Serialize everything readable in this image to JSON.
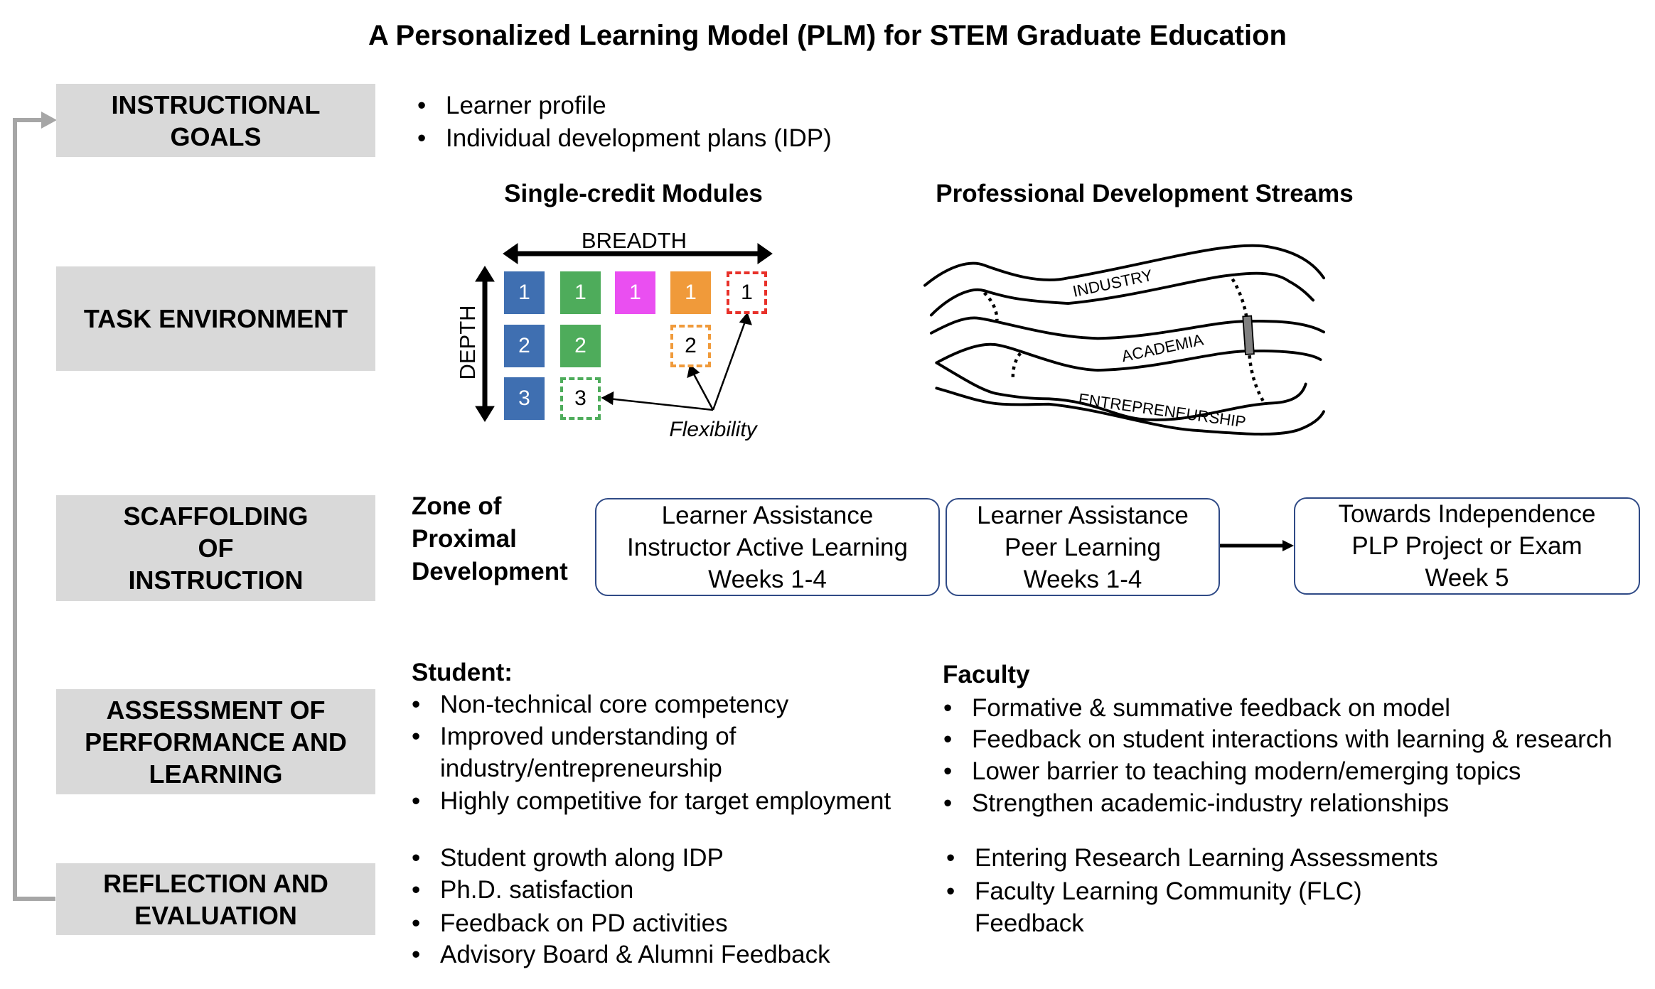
{
  "title": "A Personalized Learning Model (PLM) for STEM Graduate Education",
  "stages": [
    {
      "lines": [
        "INSTRUCTIONAL",
        "GOALS"
      ]
    },
    {
      "lines": [
        "TASK ENVIRONMENT"
      ]
    },
    {
      "lines": [
        "SCAFFOLDING",
        "OF",
        "INSTRUCTION"
      ]
    },
    {
      "lines": [
        "ASSESSMENT OF",
        "PERFORMANCE AND",
        "LEARNING"
      ]
    },
    {
      "lines": [
        "REFLECTION AND",
        "EVALUATION"
      ]
    }
  ],
  "goals": [
    "Learner profile",
    "Individual development plans (IDP)"
  ],
  "modules": {
    "heading": "Single-credit Modules",
    "breadth_label": "BREADTH",
    "depth_label": "DEPTH",
    "flexibility_label": "Flexibility",
    "items": [
      {
        "label": "1",
        "color": "#3f6fb1",
        "style": "solid"
      },
      {
        "label": "1",
        "color": "#4eac5b",
        "style": "solid"
      },
      {
        "label": "1",
        "color": "#ea4ff1",
        "style": "solid"
      },
      {
        "label": "1",
        "color": "#f09a3a",
        "style": "solid"
      },
      {
        "label": "1",
        "color": "#e8312a",
        "style": "dashed"
      },
      {
        "label": "2",
        "color": "#3f6fb1",
        "style": "solid"
      },
      {
        "label": "2",
        "color": "#4eac5b",
        "style": "solid"
      },
      {
        "label": "2",
        "color": "#f09a3a",
        "style": "dashed"
      },
      {
        "label": "3",
        "color": "#3f6fb1",
        "style": "solid"
      },
      {
        "label": "3",
        "color": "#4eac5b",
        "style": "dashed"
      }
    ]
  },
  "streams": {
    "heading": "Professional Development Streams",
    "labels": [
      "INDUSTRY",
      "ACADEMIA",
      "ENTREPRENEURSHIP"
    ]
  },
  "scaffolding": {
    "zone_lines": [
      "Zone of",
      "Proximal",
      "Development"
    ],
    "boxes": [
      {
        "lines": [
          "Learner Assistance",
          "Instructor Active Learning",
          "Weeks 1-4"
        ]
      },
      {
        "lines": [
          "Learner Assistance",
          "Peer Learning",
          "Weeks 1-4"
        ]
      },
      {
        "lines": [
          "Towards Independence",
          "PLP Project or Exam",
          "Week 5"
        ]
      }
    ]
  },
  "assessment": {
    "student_heading": "Student:",
    "student": [
      "Non-technical core competency",
      "Improved understanding of",
      "industry/entrepreneurship",
      "Highly competitive for target employment"
    ],
    "faculty_heading": "Faculty",
    "faculty": [
      "Formative & summative feedback on model",
      "Feedback on student interactions with learning & research",
      "Lower barrier to teaching modern/emerging topics",
      "Strengthen academic-industry relationships"
    ]
  },
  "reflection": {
    "student": [
      "Student growth along IDP",
      "Ph.D. satisfaction",
      "Feedback on PD activities",
      "Advisory Board & Alumni Feedback"
    ],
    "faculty": [
      "Entering Research Learning Assessments",
      "Faculty Learning Community (FLC)",
      "Feedback"
    ]
  },
  "colors": {
    "stage_bg": "#d9d9d9",
    "feedback_arrow": "#a6a6a6",
    "box_border": "#2f4a86",
    "bar": "#808080"
  }
}
